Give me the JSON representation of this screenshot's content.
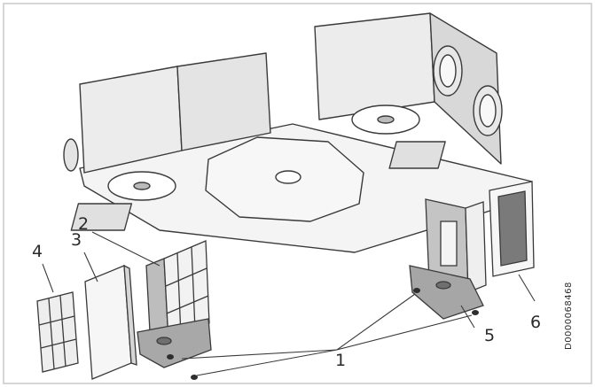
{
  "callouts": {
    "c1": "1",
    "c2": "2",
    "c3": "3",
    "c4": "4",
    "c5": "5",
    "c6": "6"
  },
  "document_id": "D0000068468",
  "colors": {
    "line": "#3a3a3a",
    "panel_light": "#f2f2f2",
    "panel_mid": "#d9d9d9",
    "panel_dark": "#9a9a9a",
    "frame": "#c8c8c8"
  }
}
